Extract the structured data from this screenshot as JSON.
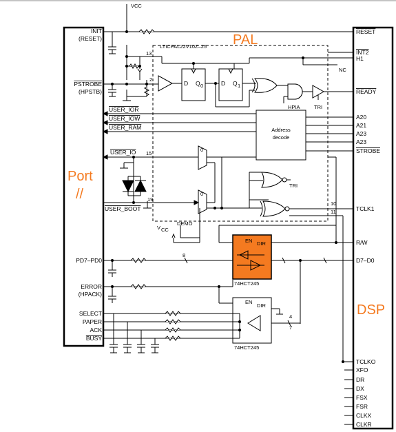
{
  "colors": {
    "orange": "#f47a20",
    "chip_fill": "#f47a20",
    "line": "#000000"
  },
  "supply": {
    "vcc_top": "VCC",
    "vcc_demo": "V",
    "vcc_demo_sub": "CC",
    "demo": "DEMO"
  },
  "pal": {
    "title": "PAL",
    "part": "LTICPAL22V10Z–25",
    "hpia": "HPIA",
    "tri": "TRI",
    "tri2": "TRI",
    "addr1": "Address",
    "addr2": "decode",
    "nc": "NC",
    "mux0a": "0",
    "mux0b": "0"
  },
  "port": {
    "title": "Port",
    "title2": "//",
    "signals": [
      "INIT",
      "(RESET)",
      "PSTROBE",
      "(HPSTB)",
      "PD7–PD0",
      "ERROR",
      "(HPACK)",
      "SELECT",
      "PAPER",
      "ACK",
      "BUSY"
    ]
  },
  "dsp": {
    "title": "DSP",
    "signals": [
      "RESET",
      "INT2",
      "H1",
      "READY",
      "A20",
      "A21",
      "A23",
      "A23",
      "STROBE",
      "TCLK1",
      "R/W",
      "D7–D0",
      "TCLKO",
      "XFO",
      "DR",
      "DX",
      "FSX",
      "FSR",
      "CLKX",
      "CLKR"
    ]
  },
  "user": [
    "USER_IOR",
    "USER_IOW",
    "USER_RAM",
    "USER_IO",
    "USER_BOOT"
  ],
  "pins": [
    "13",
    "2",
    "15",
    "19",
    "10",
    "11",
    "8",
    "4",
    "7"
  ],
  "ff": {
    "d1": "D",
    "q1": "Q",
    "q1s": "0",
    "d2": "D",
    "q2": "Q",
    "q2s": "1"
  },
  "chips": [
    {
      "name": "74HCT245",
      "en": "EN",
      "dir": "DIR"
    },
    {
      "name": "74HCT245",
      "en": "EN",
      "dir": "DIR"
    }
  ]
}
